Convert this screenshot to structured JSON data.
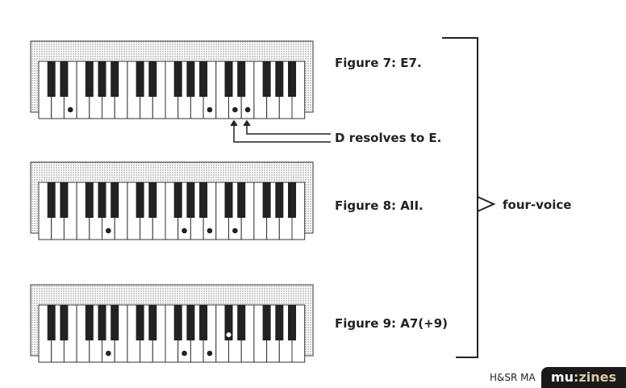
{
  "figures": [
    {
      "label": "Figure 7: E7.",
      "notes_white": [
        2,
        13,
        15,
        16
      ],
      "notes_black_hollow": []
    },
    {
      "label": "Figure 8: AII.",
      "notes_white": [
        5,
        11,
        13,
        15
      ],
      "notes_black_hollow": []
    },
    {
      "label": "Figure 9: A7(+9)",
      "notes_white": [
        5,
        11,
        13
      ],
      "notes_black_hollow": [
        10
      ]
    }
  ],
  "keyboard": {
    "white_keys": 21
  },
  "annotation": "D resolves to E.",
  "bracket_label": "four-voice",
  "footer": "H&SR MA",
  "badge": {
    "a": "mu",
    "b": ":zines"
  }
}
